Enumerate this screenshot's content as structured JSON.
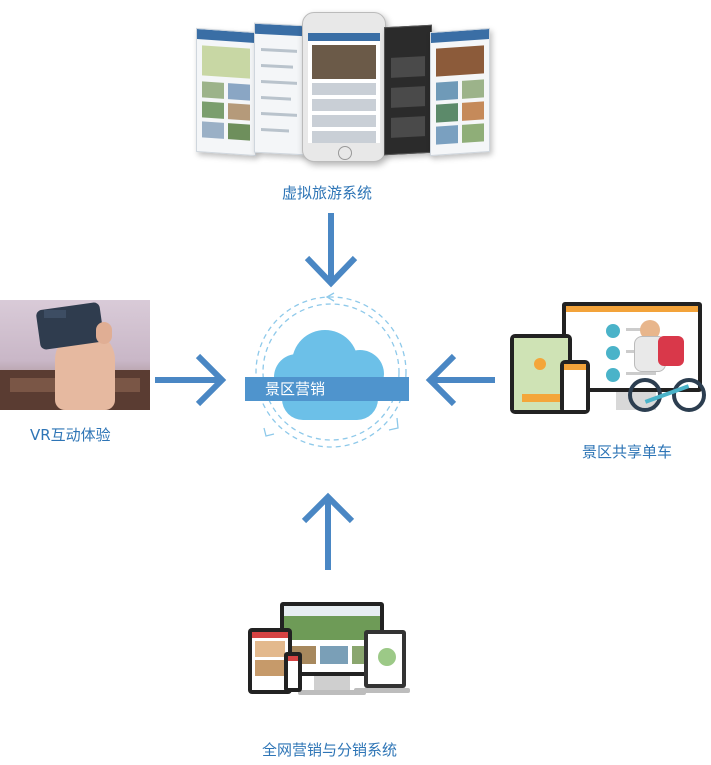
{
  "labels": {
    "top": "虚拟旅游系统",
    "left": "VR互动体验",
    "right": "景区共享单车",
    "bottom": "全网营销与分销系统",
    "center": "景区营销"
  },
  "colors": {
    "label": "#2e75b6",
    "arrow": "#4a87c4",
    "cloud": "#6cc0e8",
    "banner": "#4f94cd",
    "dashed_ring": "#8ec9ea"
  },
  "icons": {
    "top_image": "mobile-phones-fan",
    "left_image": "vr-headset-person",
    "right_image": "devices-cyclist",
    "bottom_image": "multi-device-website"
  }
}
